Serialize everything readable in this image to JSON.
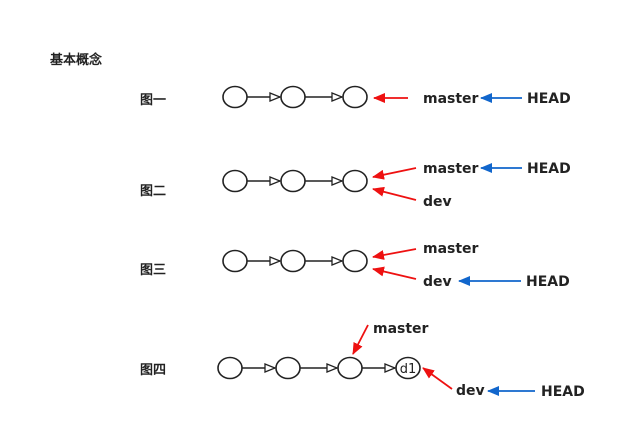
{
  "title": "基本概念",
  "colors": {
    "red": "#ee1111",
    "blue": "#1166cc",
    "ink": "#222222"
  },
  "figures": [
    {
      "label": "图一",
      "master": "master",
      "head": "HEAD",
      "dev": ""
    },
    {
      "label": "图二",
      "master": "master",
      "head": "HEAD",
      "dev": "dev"
    },
    {
      "label": "图三",
      "master": "master",
      "head": "HEAD",
      "dev": "dev"
    },
    {
      "label": "图四",
      "master": "master",
      "head": "HEAD",
      "dev": "dev",
      "node4": "d1"
    }
  ]
}
